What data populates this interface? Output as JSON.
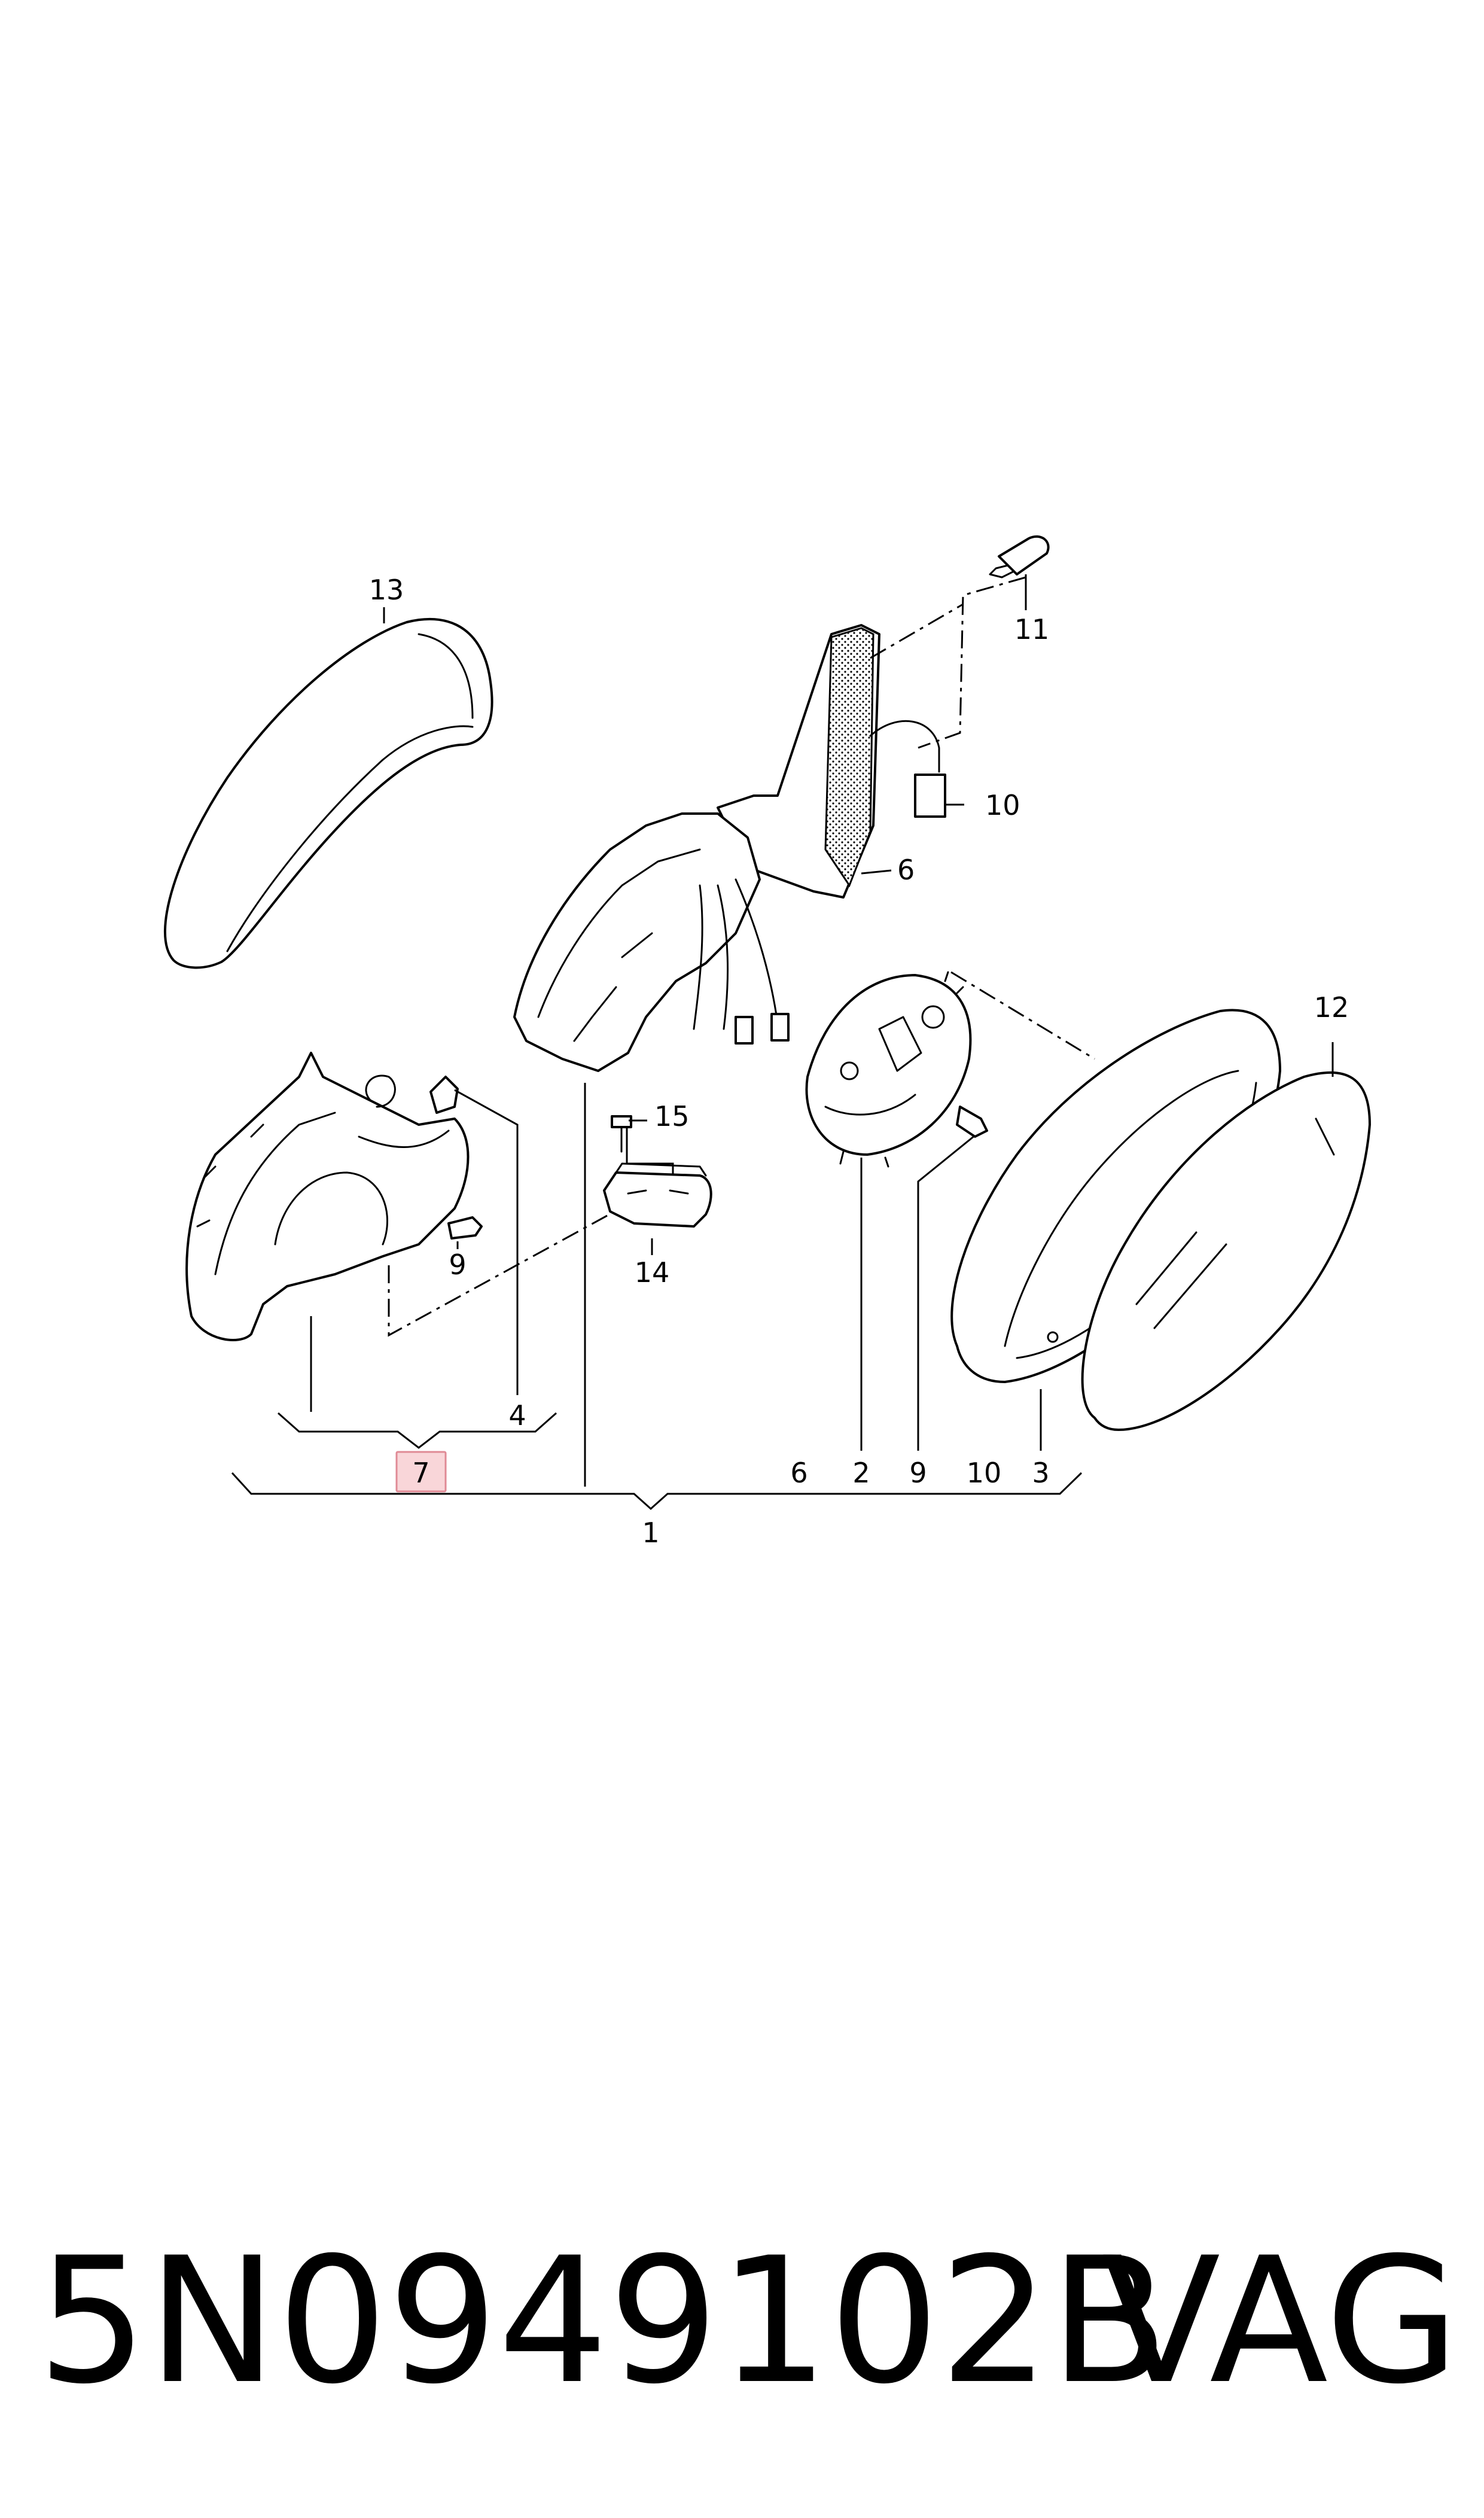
{
  "labels": {
    "l1": "1",
    "l2": "2",
    "l3": "3",
    "l4": "4",
    "l6a": "6",
    "l6b": "6",
    "l7": "7",
    "l9a": "9",
    "l9b": "9",
    "l10a": "10",
    "l10b": "10",
    "l11": "11",
    "l12": "12",
    "l13": "13",
    "l14": "14",
    "l15": "15"
  },
  "highlight_label": "7",
  "colors": {
    "highlight_fill": "#f9d6d9",
    "highlight_stroke": "#e08a95",
    "ink": "#000000"
  },
  "footer": {
    "part_number": "5N0949102B",
    "brand": "VAG"
  }
}
